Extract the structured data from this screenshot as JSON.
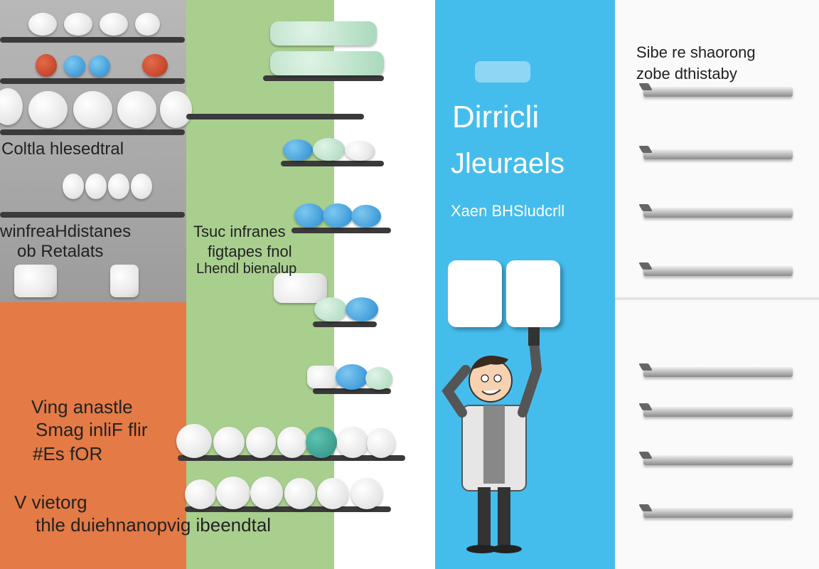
{
  "left_panel": {
    "heading_1": "Coltla hlesedtral",
    "heading_2_line1": "winfreaHdistanes",
    "heading_2_line2": "ob Retalats",
    "orange_text_line1": "Ving anastle",
    "orange_text_line2": "Smag inliF flir",
    "orange_text_line3": "#Es fOR",
    "bottom_text_line1": "V vietorg",
    "bottom_text_line2": "thle duiehnanopvig ibeendtal"
  },
  "green_panel": {
    "text_line1": "Tsuc infranes",
    "text_line2": "figtapes fnol",
    "text_line3": "Lhendl bienalup"
  },
  "blue_panel": {
    "title_line1": "Dirricli",
    "title_line2": "Jleuraels",
    "subtitle": "Xaen BHSludcrll"
  },
  "right_panel": {
    "heading_line1": "Sibe re shaorong",
    "heading_line2": "zobe dthistaby"
  },
  "colors": {
    "gray": "#a8a8a8",
    "orange": "#e47a45",
    "green": "#a9cf8f",
    "blue": "#45bdec"
  }
}
